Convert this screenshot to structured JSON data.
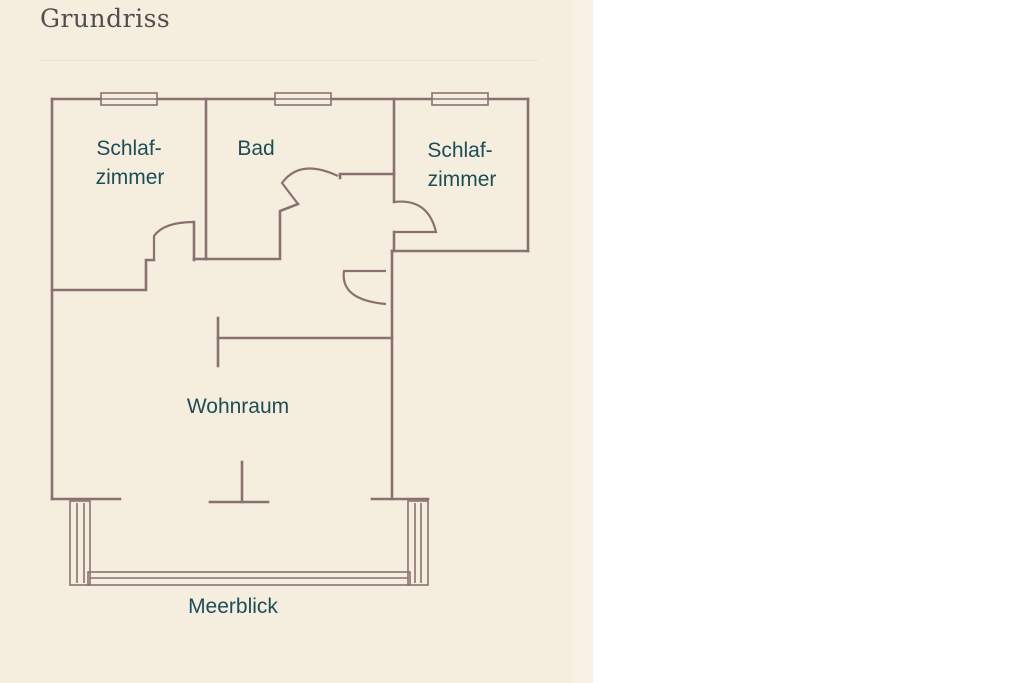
{
  "header": {
    "title": "Grundriss"
  },
  "rooms": {
    "bedroom_left": {
      "line1": "Schlaf-",
      "line2": "zimmer"
    },
    "bathroom": {
      "label": "Bad"
    },
    "bedroom_right": {
      "line1": "Schlaf-",
      "line2": "zimmer"
    },
    "living_room": {
      "label": "Wohnraum"
    }
  },
  "view_label": "Meerblick",
  "colors": {
    "background": "#f5eedf",
    "wall": "#8a7170",
    "label": "#1d4d57",
    "heading": "#4f4f4f"
  }
}
